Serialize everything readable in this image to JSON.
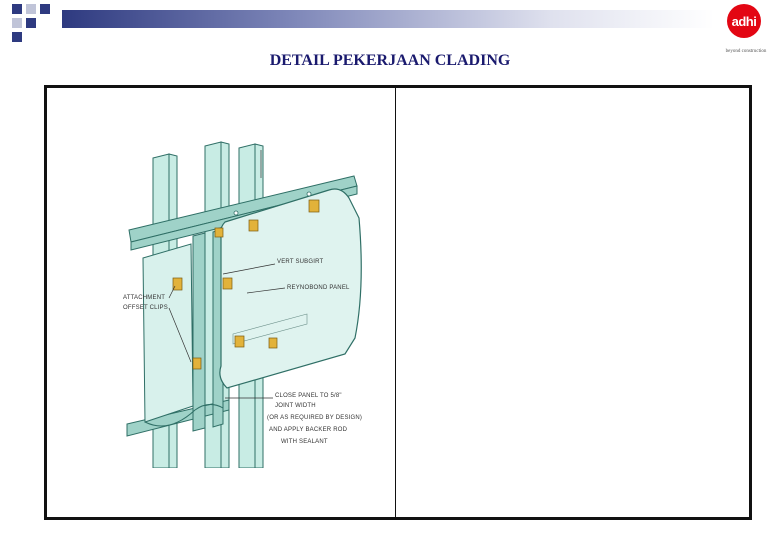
{
  "slide": {
    "title": "DETAIL PEKERJAAN CLADING"
  },
  "logo": {
    "text": "adhi",
    "tagline": "beyond construction",
    "color": "#e30613"
  },
  "drawing_labels": {
    "vert_subgirt": "VERT SUBGIRT",
    "panel": "REYNOBOND PANEL",
    "attachment_line1": "ATTACHMENT",
    "attachment_line2": "OFFSET CLIPS",
    "close_line1": "CLOSE PANEL TO 5/8\"",
    "close_line2": "JOINT WIDTH",
    "close_line3": "(OR AS REQUIRED BY DESIGN)",
    "close_line4": "AND APPLY BACKER ROD",
    "close_line5": "WITH SEALANT"
  },
  "colors": {
    "title": "#1a1a6e",
    "band_dark": "#2e3a80",
    "square_blue": "#2e3a80",
    "square_gray": "#c0c4d8",
    "steel": "#9fd2c8",
    "clip": "#e2b23a"
  }
}
